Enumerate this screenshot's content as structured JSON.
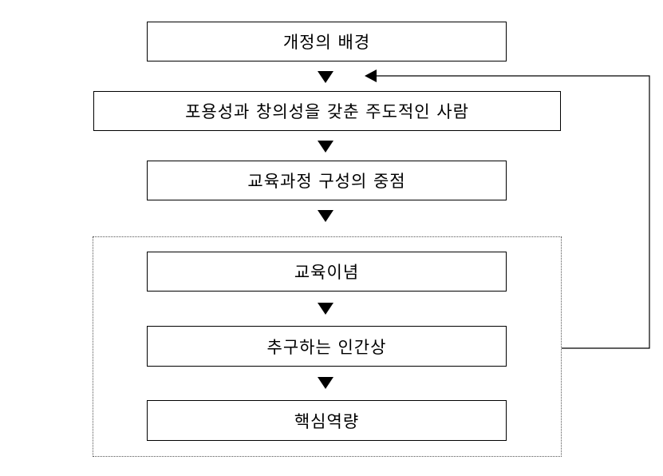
{
  "diagram": {
    "boxes": {
      "background": "개정의 배경",
      "ideal_person": "포용성과 창의성을 갖춘 주도적인 사람",
      "focus": "교육과정 구성의 중점",
      "philosophy": "교육이념",
      "human_image": "추구하는 인간상",
      "competencies": "핵심역량"
    }
  }
}
